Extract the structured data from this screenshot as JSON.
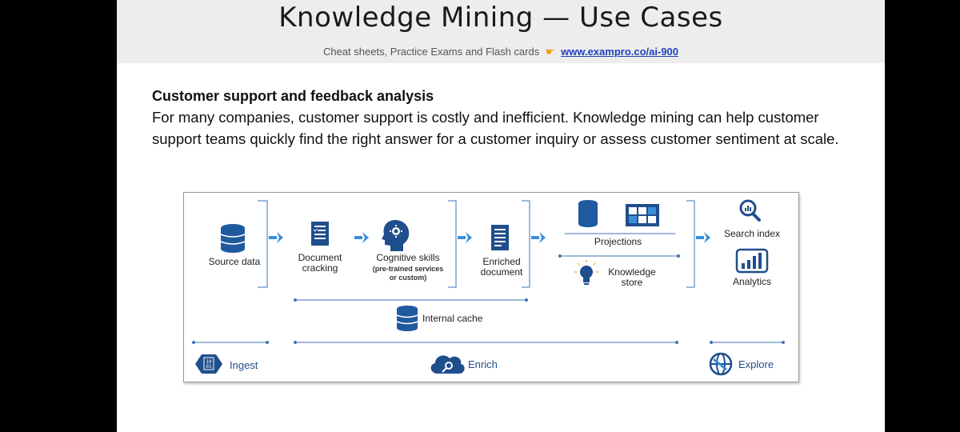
{
  "header": {
    "title": "Knowledge Mining — Use Cases",
    "subtitle": "Cheat sheets, Practice Exams and Flash cards",
    "link_text": "www.exampro.co/ai-900"
  },
  "section": {
    "title": "Customer support and feedback analysis",
    "body": "For many companies, customer support is costly and inefficient. Knowledge mining can help customer support teams quickly find the right answer for a customer inquiry or assess customer sentiment at scale."
  },
  "diagram": {
    "source_data": "Source data",
    "document_cracking_line1": "Document",
    "document_cracking_line2": "cracking",
    "cognitive_skills": "Cognitive skills",
    "cognitive_note_line1": "(pre-trained services",
    "cognitive_note_line2": "or custom)",
    "enriched_line1": "Enriched",
    "enriched_line2": "document",
    "projections": "Projections",
    "knowledge_store_line1": "Knowledge",
    "knowledge_store_line2": "store",
    "search_index": "Search index",
    "analytics": "Analytics",
    "internal_cache": "Internal cache",
    "phases": {
      "ingest": "Ingest",
      "enrich": "Enrich",
      "explore": "Explore"
    },
    "colors": {
      "primary_blue": "#1f4e8c",
      "arrow_blue": "#3a8fd8",
      "line_blue": "#3f74b5"
    }
  }
}
